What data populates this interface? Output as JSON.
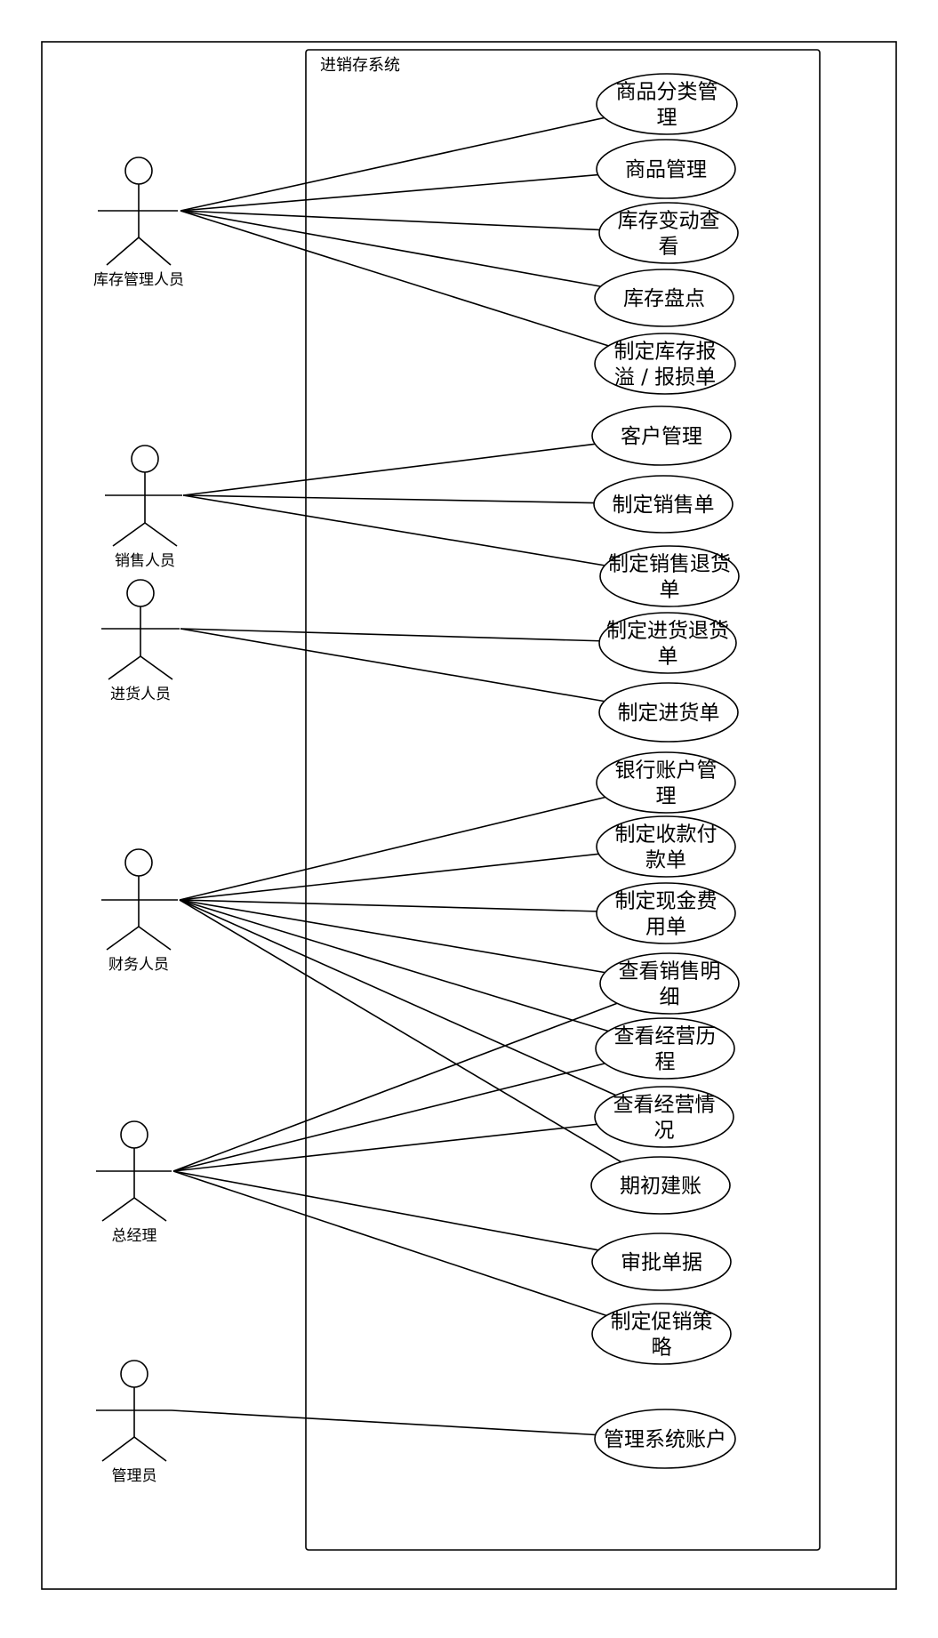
{
  "system": {
    "title": "进销存系统"
  },
  "actors": [
    {
      "id": "a1",
      "label": "库存管理人员"
    },
    {
      "id": "a2",
      "label": "销售人员"
    },
    {
      "id": "a3",
      "label": "进货人员"
    },
    {
      "id": "a4",
      "label": "财务人员"
    },
    {
      "id": "a5",
      "label": "总经理"
    },
    {
      "id": "a6",
      "label": "管理员"
    }
  ],
  "use_cases": [
    {
      "id": "u1",
      "lines": [
        "商品分类管",
        "理"
      ]
    },
    {
      "id": "u2",
      "lines": [
        "商品管理"
      ]
    },
    {
      "id": "u3",
      "lines": [
        "库存变动查",
        "看"
      ]
    },
    {
      "id": "u4",
      "lines": [
        "库存盘点"
      ]
    },
    {
      "id": "u5",
      "lines": [
        "制定库存报",
        "溢 / 报损单"
      ]
    },
    {
      "id": "u6",
      "lines": [
        "客户管理"
      ]
    },
    {
      "id": "u7",
      "lines": [
        "制定销售单"
      ]
    },
    {
      "id": "u8",
      "lines": [
        "制定销售退货",
        "单"
      ]
    },
    {
      "id": "u9",
      "lines": [
        "制定进货退货",
        "单"
      ]
    },
    {
      "id": "u10",
      "lines": [
        "制定进货单"
      ]
    },
    {
      "id": "u11",
      "lines": [
        "银行账户管",
        "理"
      ]
    },
    {
      "id": "u12",
      "lines": [
        "制定收款付",
        "款单"
      ]
    },
    {
      "id": "u13",
      "lines": [
        "制定现金费",
        "用单"
      ]
    },
    {
      "id": "u14",
      "lines": [
        "查看销售明",
        "细"
      ]
    },
    {
      "id": "u15",
      "lines": [
        "查看经营历",
        "程"
      ]
    },
    {
      "id": "u16",
      "lines": [
        "查看经营情",
        "况"
      ]
    },
    {
      "id": "u17",
      "lines": [
        "期初建账"
      ]
    },
    {
      "id": "u18",
      "lines": [
        "审批单据"
      ]
    },
    {
      "id": "u19",
      "lines": [
        "制定促销策",
        "略"
      ]
    },
    {
      "id": "u20",
      "lines": [
        "管理系统账户"
      ]
    }
  ],
  "associations": [
    [
      "a1",
      "u1"
    ],
    [
      "a1",
      "u2"
    ],
    [
      "a1",
      "u3"
    ],
    [
      "a1",
      "u4"
    ],
    [
      "a1",
      "u5"
    ],
    [
      "a2",
      "u6"
    ],
    [
      "a2",
      "u7"
    ],
    [
      "a2",
      "u8"
    ],
    [
      "a3",
      "u9"
    ],
    [
      "a3",
      "u10"
    ],
    [
      "a4",
      "u11"
    ],
    [
      "a4",
      "u12"
    ],
    [
      "a4",
      "u13"
    ],
    [
      "a4",
      "u14"
    ],
    [
      "a4",
      "u15"
    ],
    [
      "a4",
      "u16"
    ],
    [
      "a4",
      "u17"
    ],
    [
      "a5",
      "u14"
    ],
    [
      "a5",
      "u15"
    ],
    [
      "a5",
      "u16"
    ],
    [
      "a5",
      "u18"
    ],
    [
      "a5",
      "u19"
    ],
    [
      "a6",
      "u20"
    ]
  ]
}
